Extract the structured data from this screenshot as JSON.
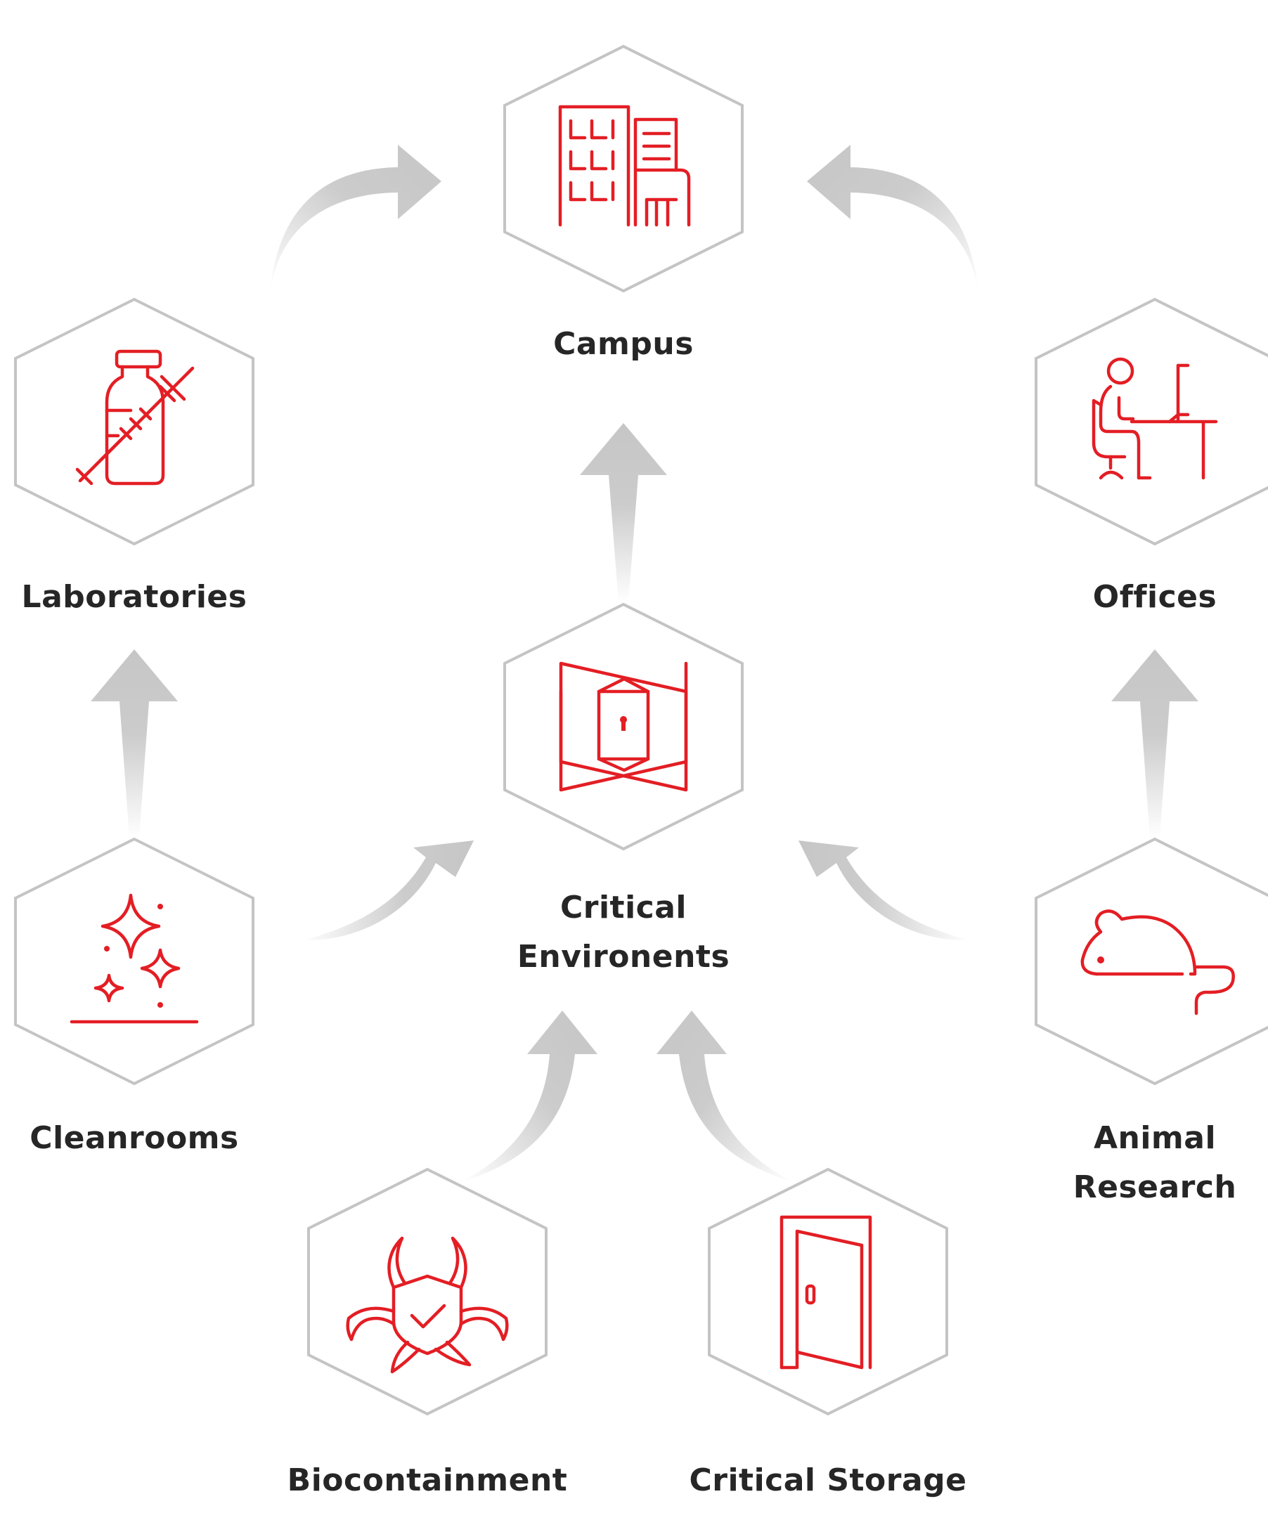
{
  "colors": {
    "icon": "#e31e24",
    "hexagon": "#c4c4c4",
    "arrow": "#c6c6c6",
    "label": "#262626"
  },
  "nodes": {
    "campus": {
      "label": "Campus",
      "icon": "office-building-icon"
    },
    "laboratories": {
      "label": "Laboratories",
      "icon": "vial-syringe-icon"
    },
    "offices": {
      "label": "Offices",
      "icon": "person-at-desk-icon"
    },
    "critical_environments": {
      "label_line1": "Critical",
      "label_line2": "Environents",
      "icon": "secure-door-icon"
    },
    "cleanrooms": {
      "label": "Cleanrooms",
      "icon": "sparkle-icon"
    },
    "animal_research": {
      "label_line1": "Animal",
      "label_line2": "Research",
      "icon": "mouse-icon"
    },
    "biocontainment": {
      "label": "Biocontainment",
      "icon": "biohazard-shield-icon"
    },
    "critical_storage": {
      "label": "Critical Storage",
      "icon": "open-door-icon"
    }
  }
}
